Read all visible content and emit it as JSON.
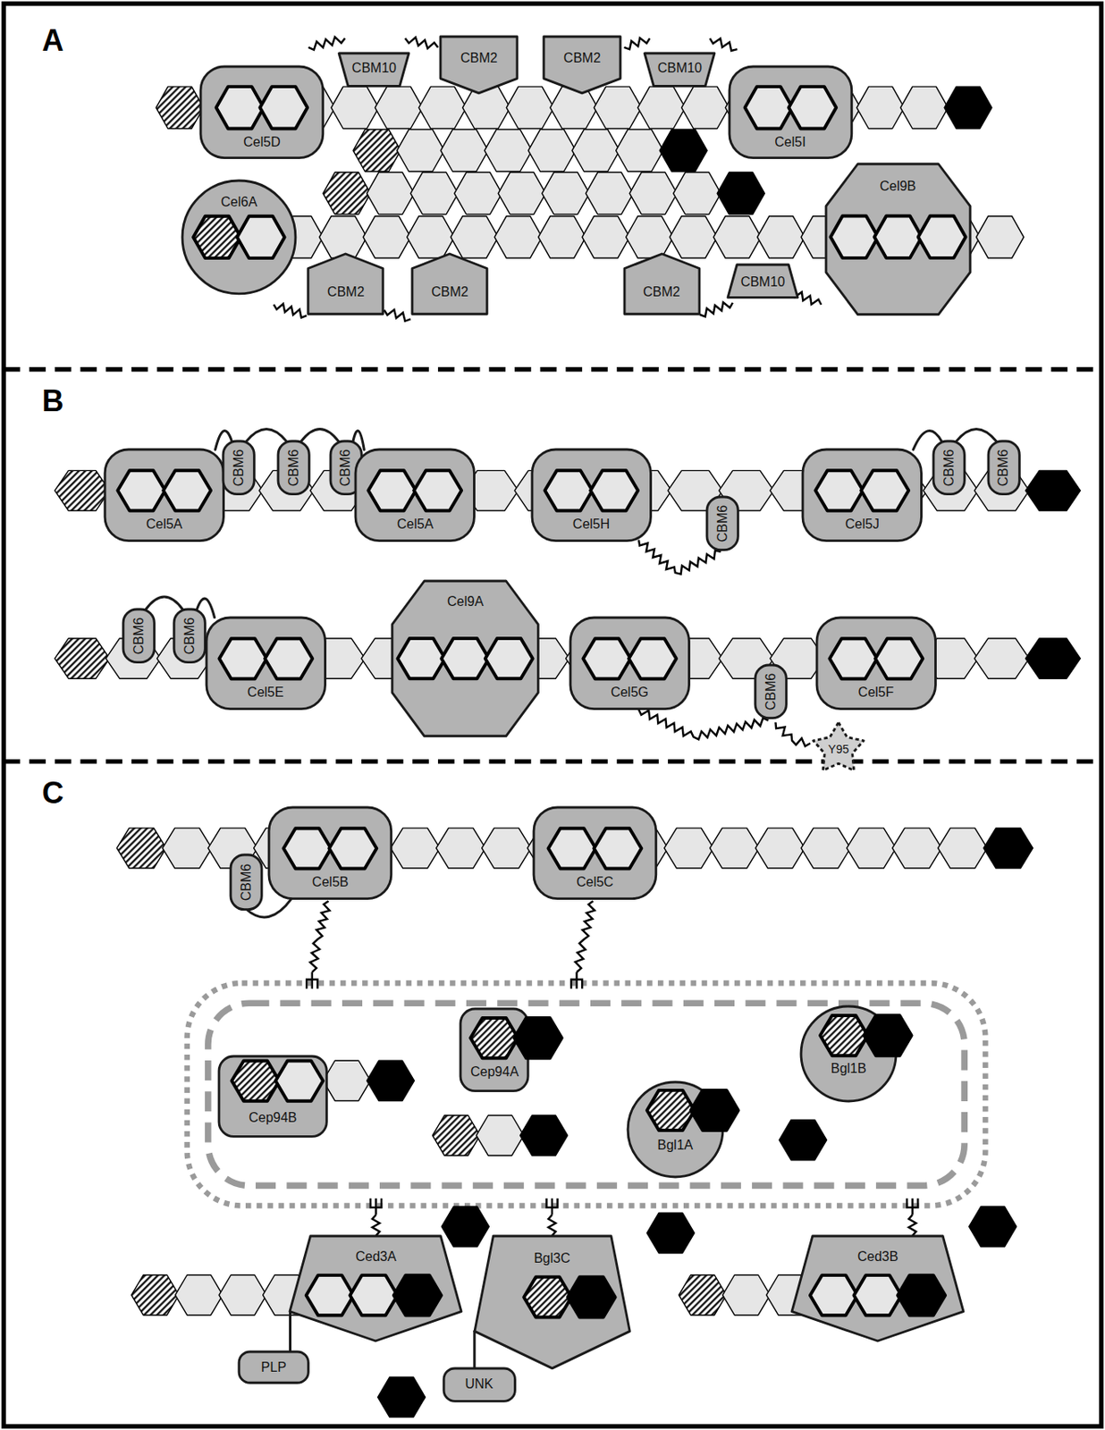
{
  "diagram": {
    "nodes": [
      {
        "text": [
          "Cel5D"
        ]
      },
      {
        "text": [
          "CBM10"
        ]
      },
      {
        "text": [
          "CBM2"
        ]
      },
      {
        "text": [
          "CBM2"
        ]
      },
      {
        "text": [
          "CBM10"
        ]
      },
      {
        "text": [
          "Cel5I"
        ]
      },
      {
        "text": [
          "Cel6A"
        ]
      },
      {
        "text": [
          "CBM2"
        ]
      },
      {
        "text": [
          "CBM2"
        ]
      },
      {
        "text": [
          "CBM2"
        ]
      },
      {
        "text": [
          "CBM10"
        ]
      },
      {
        "text": [
          "Cel9B"
        ]
      },
      {
        "text": [
          "Cel5A"
        ]
      },
      {
        "text": [
          "CBM6"
        ]
      },
      {
        "text": [
          "CBM6"
        ]
      },
      {
        "text": [
          "CBM6"
        ]
      },
      {
        "text": [
          "Cel5A"
        ]
      },
      {
        "text": [
          "Cel5H"
        ]
      },
      {
        "text": [
          "CBM6"
        ]
      },
      {
        "text": [
          "Cel5J"
        ]
      },
      {
        "text": [
          "CBM6"
        ]
      },
      {
        "text": [
          "CBM6"
        ]
      },
      {
        "text": [
          "CBM6"
        ]
      },
      {
        "text": [
          "CBM6"
        ]
      },
      {
        "text": [
          "Cel5E"
        ]
      },
      {
        "text": [
          "Cel9A"
        ]
      },
      {
        "text": [
          "Cel5G"
        ]
      },
      {
        "text": [
          "CBM6"
        ]
      },
      {
        "text": [
          "Y95"
        ]
      },
      {
        "text": [
          "Cel5F"
        ]
      },
      {
        "text": [
          "Cel5B"
        ]
      },
      {
        "text": [
          "CBM6"
        ]
      },
      {
        "text": [
          "Cel5C"
        ]
      },
      {
        "text": [
          "Cep94B"
        ]
      },
      {
        "text": [
          "Cep94A"
        ]
      },
      {
        "text": [
          "Bgl1B"
        ]
      },
      {
        "text": [
          "Bgl1A"
        ]
      },
      {
        "text": [
          "Ced3A"
        ]
      },
      {
        "text": [
          "PLP"
        ]
      },
      {
        "text": [
          "Bgl3C"
        ]
      },
      {
        "text": [
          "UNK"
        ]
      },
      {
        "text": [
          "Ced3B"
        ]
      }
    ],
    "edges": [
      {
        "from": 12,
        "to": 13,
        "arrow": "none"
      },
      {
        "from": 13,
        "to": 14,
        "arrow": "none"
      },
      {
        "from": 14,
        "to": 15,
        "arrow": "none"
      },
      {
        "from": 15,
        "to": 16,
        "arrow": "none"
      },
      {
        "from": 19,
        "to": 20,
        "arrow": "none"
      },
      {
        "from": 20,
        "to": 21,
        "arrow": "none"
      },
      {
        "from": 22,
        "to": 23,
        "arrow": "none"
      },
      {
        "from": 23,
        "to": 24,
        "arrow": "none"
      },
      {
        "from": 31,
        "to": 30,
        "arrow": "none"
      },
      {
        "from": 37,
        "to": 38,
        "arrow": "none"
      },
      {
        "from": 39,
        "to": 40,
        "arrow": "none"
      }
    ],
    "labels": [
      "A",
      "B",
      "C"
    ]
  }
}
